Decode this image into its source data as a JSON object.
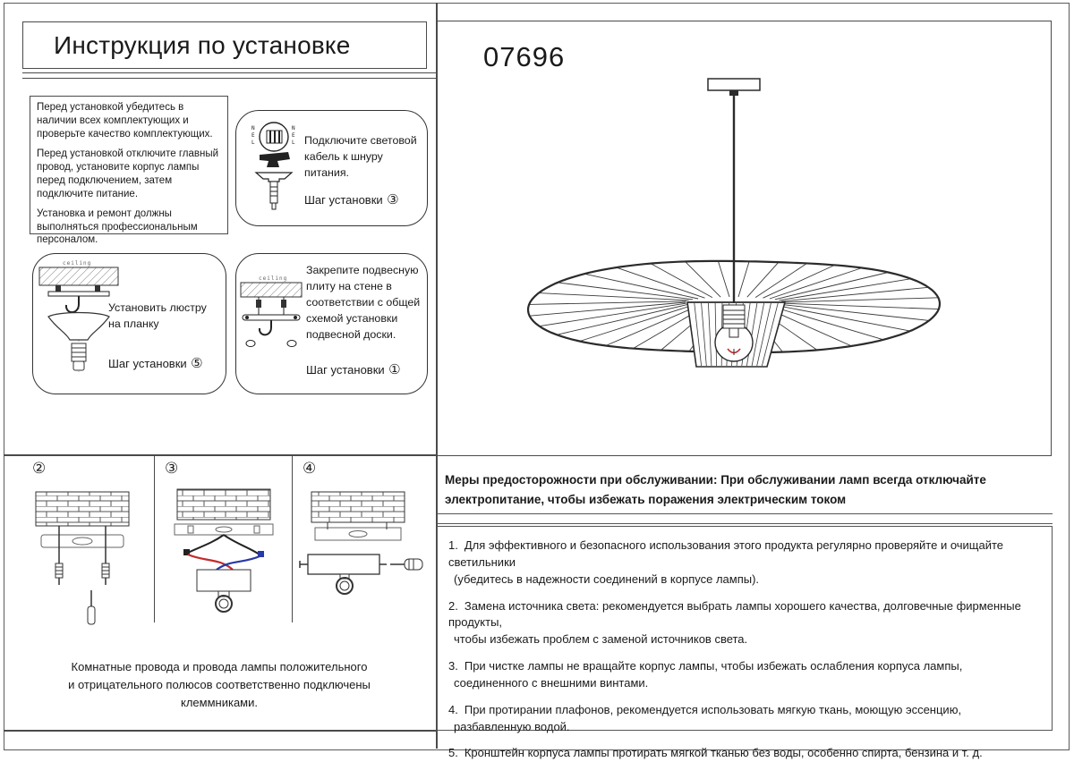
{
  "page": {
    "title": "Инструкция по установке",
    "model": "07696"
  },
  "safety_box": {
    "p1": "Перед установкой убедитесь в наличии всех комплектующих и проверьте качество комплектующих.",
    "p2": "Перед установкой отключите главный провод, установите корпус лампы перед подключением, затем подключите питание.",
    "p3": "Установка и ремонт должны выполняться профессиональным персоналом."
  },
  "steps": [
    {
      "text": "Подключите световой кабель к шнуру питания.",
      "label": "Шаг установки",
      "num": "③"
    },
    {
      "text": "Установить люстру на планку",
      "label": "Шаг установки",
      "num": "⑤"
    },
    {
      "text": "Закрепите подвесную плиту на стене в соответствии с общей схемой установки подвесной доски.",
      "label": "Шаг установки",
      "num": "①"
    }
  ],
  "panels": [
    {
      "num": "②"
    },
    {
      "num": "③"
    },
    {
      "num": "④"
    }
  ],
  "caption": {
    "text": "Комнатные провода и провода лампы положительного\nи отрицательного полюсов соответственно подключены\nклеммниками."
  },
  "maintenance": {
    "warning": "Меры предосторожности при обслуживании: При обслуживании ламп всегда отключайте электропитание, чтобы избежать поражения электрическим током",
    "items": [
      {
        "num": "1.",
        "line1": "Для эффективного и безопасного использования этого продукта регулярно проверяйте и очищайте светильники",
        "line2": "(убедитесь в надежности соединений в корпусе лампы)."
      },
      {
        "num": "2.",
        "line1": "Замена источника света: рекомендуется выбрать лампы хорошего качества, долговечные фирменные продукты,",
        "line2": "чтобы избежать проблем с заменой источников света."
      },
      {
        "num": "3.",
        "line1": "При чистке лампы не вращайте корпус лампы, чтобы избежать ослабления корпуса лампы,",
        "line2": "соединенного с внешними винтами."
      },
      {
        "num": "4.",
        "line1": "При протирании плафонов, рекомендуется использовать мягкую ткань, моющую эссенцию,",
        "line2": "разбавленную водой."
      },
      {
        "num": "5.",
        "line1": "Кронштейн корпуса лампы протирать мягкой тканью без воды, особенно спирта, бензина и т. д.",
        "line2": ""
      }
    ]
  },
  "icons": {
    "ceiling_label": "ceiling",
    "wiring": {
      "n": "N",
      "e": "E",
      "l": "L"
    }
  },
  "colors": {
    "wire_red": "#c42b2b",
    "wire_blue": "#2839a8",
    "filament_red": "#c42b2b"
  }
}
